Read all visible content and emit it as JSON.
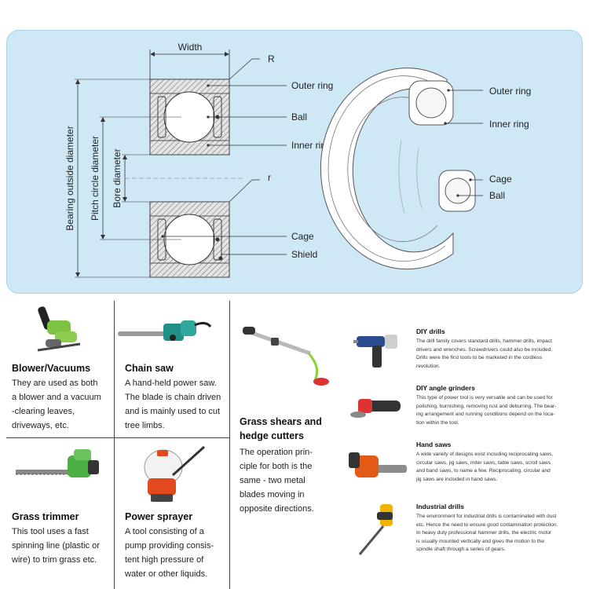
{
  "diagram": {
    "labels": {
      "width": "Width",
      "R": "R",
      "r": "r",
      "outer_ring": "Outer ring",
      "ball": "Ball",
      "inner_ring": "Inner ring",
      "cage": "Cage",
      "shield": "Shield",
      "bearing_outside_diameter": "Bearing outside diameter",
      "pitch_circle_diameter": "Pitch circle diameter",
      "bore_diameter": "Bore diameter",
      "outer_ring_3d": "Outer ring",
      "inner_ring_3d": "Inner ring",
      "cage_3d": "Cage",
      "ball_3d": "Ball"
    },
    "colors": {
      "panel": "#cfe8f6",
      "section_fill": "#e6e6e6",
      "hatch": "#555555",
      "line": "#333333"
    }
  },
  "tools": {
    "blower": {
      "title": "Blower/Vacuums",
      "lines": [
        "They are used as both",
        "a blower and a vacuum",
        "-clearing leaves,",
        "driveways, etc."
      ]
    },
    "chainsaw": {
      "title": "Chain saw",
      "lines": [
        "A hand-held power saw.",
        "The blade is chain driven",
        "and is mainly used to cut",
        "tree limbs."
      ]
    },
    "grass_shears": {
      "title_lines": [
        "Grass shears and",
        "hedge cutters"
      ],
      "lines": [
        "The operation prin-",
        "ciple for both is the",
        "same - two metal",
        "blades moving in",
        "opposite directions."
      ]
    },
    "grass_trimmer": {
      "title": "Grass trimmer",
      "lines": [
        "This tool uses a fast",
        "spinning line (plastic or",
        "wire) to trim grass etc."
      ]
    },
    "power_sprayer": {
      "title": "Power sprayer",
      "lines": [
        "A tool consisting of a",
        "pump providing consis-",
        "tent high pressure of",
        "water or other liquids."
      ]
    }
  },
  "items": [
    {
      "title": "DIY drills",
      "lines": [
        "The drill family covers standard drills, hammer drills, impact",
        "drivers and wrenches. Screwdrivers could also be included.",
        "Drills were the first tools to be marketed in the cordless",
        "revolution."
      ]
    },
    {
      "title": "DIY angle grinders",
      "lines": [
        "This type of power tool is very versatile and can be used for",
        "polishing, burnishing, removing rust and deburring. The bear-",
        "ing arrangement and running conditions depend on the loca-",
        "tion within the tool."
      ]
    },
    {
      "title": "Hand saws",
      "lines": [
        "A wide variety of designs exist including reciprocating saws,",
        "circular saws, jig saws, miter saws, table saws, scroll saws",
        "and band saws, to name a few. Reciprocating, circular and",
        "jig saws are included in hand saws."
      ]
    },
    {
      "title": "Industrial drills",
      "lines": [
        "The environment for industrial drills is contaminated with dust",
        "etc. Hence the need to ensure good contamination protection.",
        "In heavy duty professional hammer drills, the electric motor",
        "is usually mounted vertically and gives the motion to the",
        "spindle shaft through a series of gears."
      ]
    }
  ]
}
